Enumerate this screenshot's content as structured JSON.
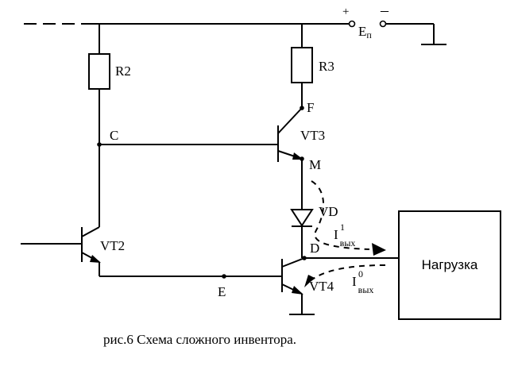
{
  "labels": {
    "r2": "R2",
    "r3": "R3",
    "node_c": "C",
    "node_f": "F",
    "node_m": "M",
    "node_d": "D",
    "node_e": "E",
    "vt2": "VT2",
    "vt3": "VT3",
    "vt4": "VT4",
    "vd": "VD",
    "en_main": "E",
    "en_sub": "п",
    "plus": "+",
    "minus": "–",
    "i_out": "I",
    "i_out_sub": "вых",
    "i1_sup": "1",
    "i0_sup": "0",
    "load": "Нагрузка"
  },
  "caption": "рис.6 Схема сложного инвентора."
}
